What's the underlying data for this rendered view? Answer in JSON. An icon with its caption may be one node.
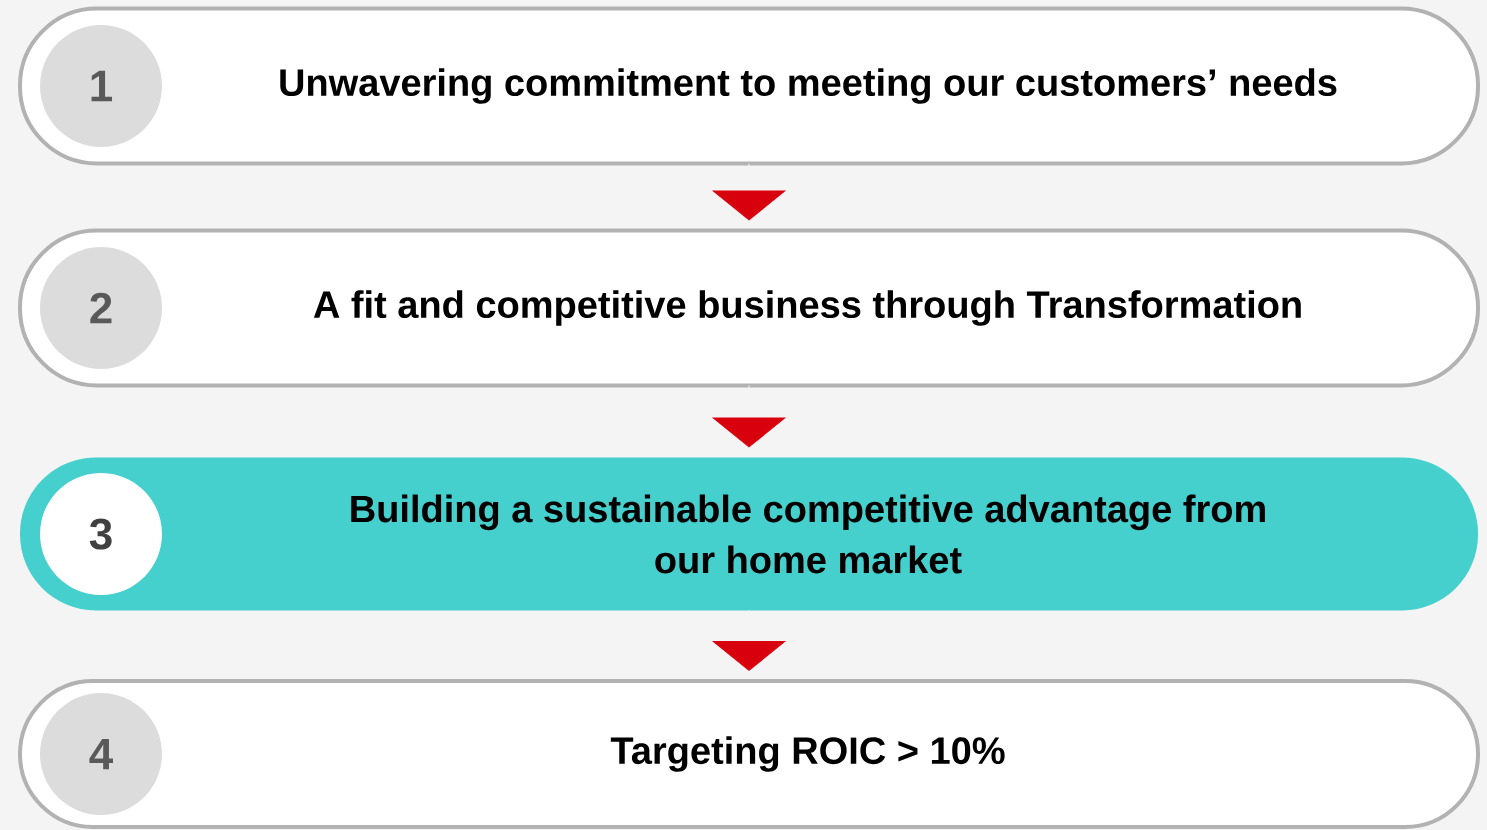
{
  "diagram": {
    "nodes": [
      {
        "text": [
          "Unwavering commitment to meeting our customers’ needs"
        ]
      },
      {
        "text": [
          "1"
        ],
        "in": 0
      },
      {
        "text": [
          "A fit and competitive business through Transformation"
        ]
      },
      {
        "text": [
          "2"
        ],
        "in": 2
      },
      {
        "text": [
          "Building a sustainable competitive advantage from our home market"
        ]
      },
      {
        "text": [
          "3"
        ],
        "in": 4
      },
      {
        "text": [
          "Targeting ROIC > 10%"
        ]
      },
      {
        "text": [
          "4"
        ],
        "in": 6
      }
    ],
    "edges": [
      {
        "from": 0,
        "to": 2,
        "arrow": "to"
      },
      {
        "from": 2,
        "to": 4,
        "arrow": "to"
      },
      {
        "from": 4,
        "to": 6,
        "arrow": "to"
      }
    ]
  }
}
